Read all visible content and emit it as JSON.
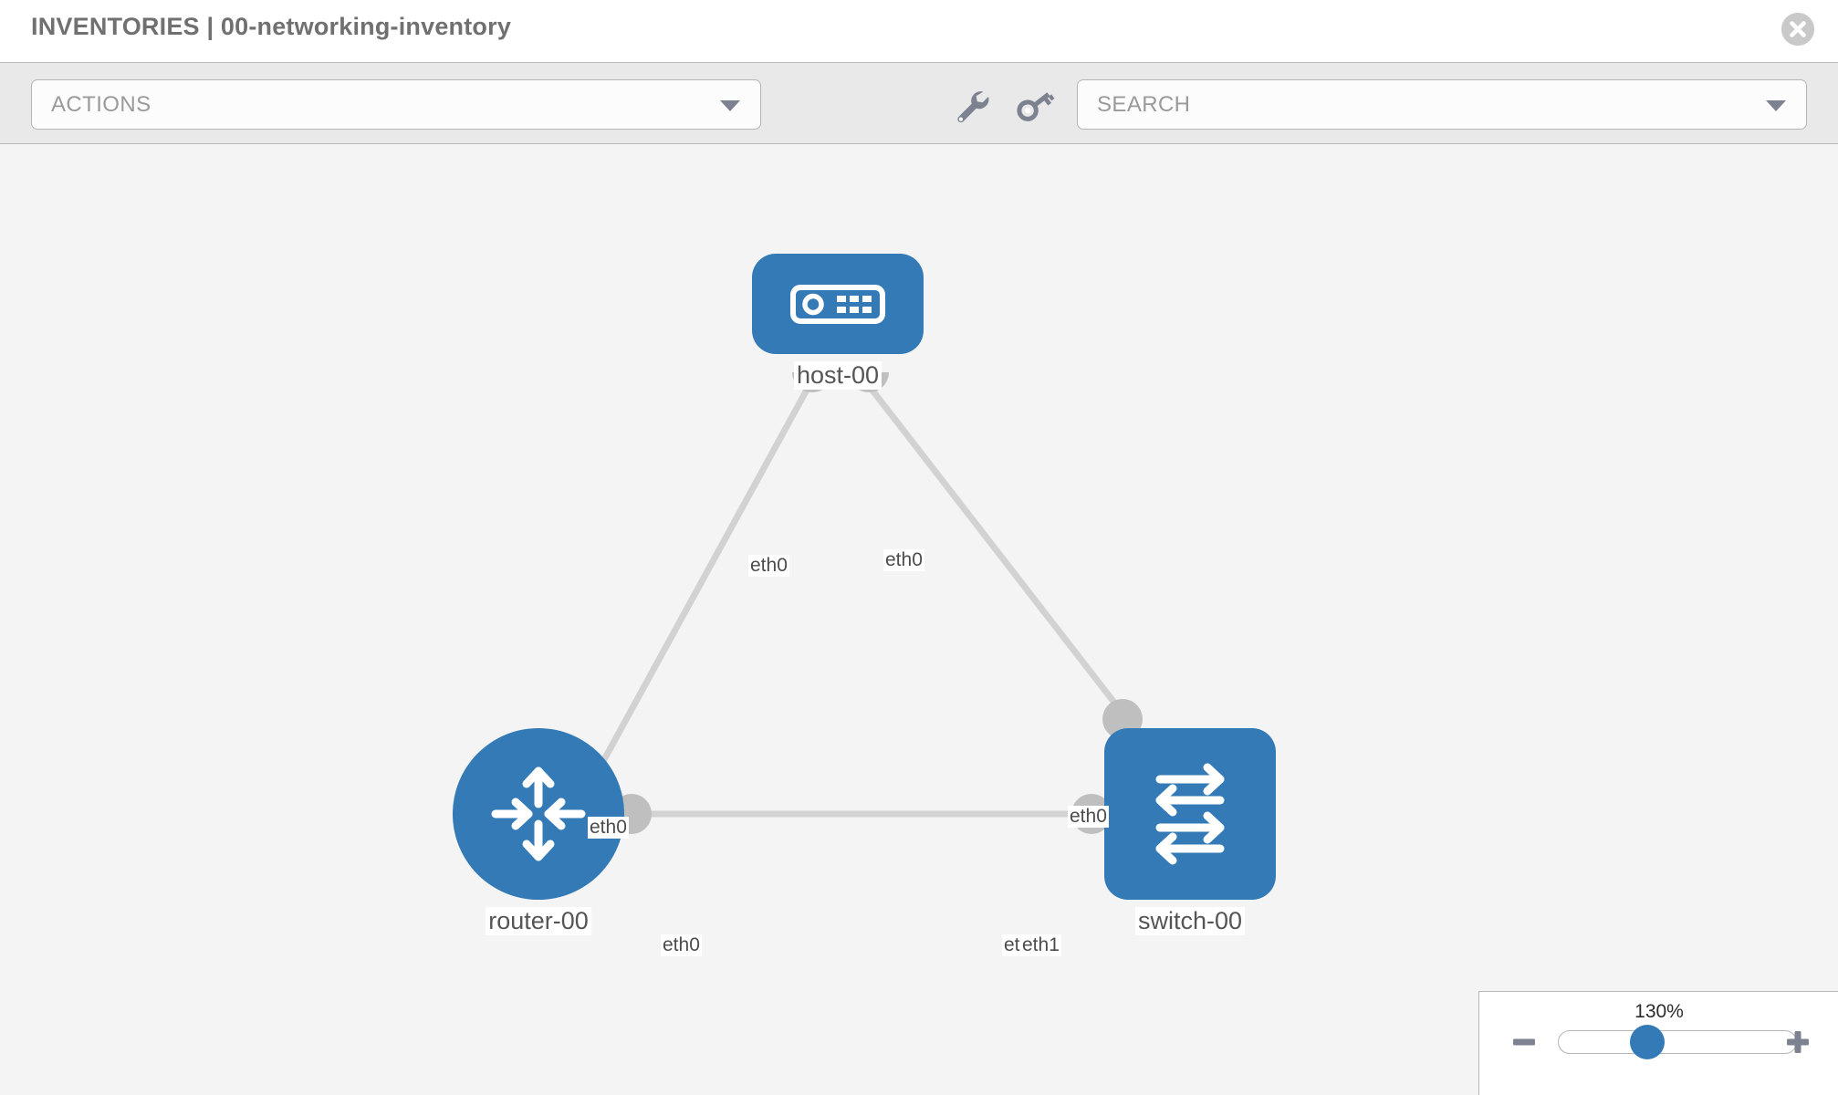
{
  "header": {
    "title": "INVENTORIES | 00-networking-inventory",
    "close_icon": "close-circle-icon"
  },
  "toolbar": {
    "actions_label": "ACTIONS",
    "actions_caret_icon": "chevron-down-icon",
    "wrench_icon": "wrench-icon",
    "key_icon": "key-icon",
    "search_placeholder": "SEARCH",
    "search_value": "",
    "search_caret_icon": "chevron-down-icon"
  },
  "topology": {
    "nodes": [
      {
        "id": "host-00",
        "label": "host-00",
        "icon": "server-device-icon",
        "shape": "rounded-square",
        "color": "#337ab7"
      },
      {
        "id": "router-00",
        "label": "router-00",
        "icon": "router-arrows-icon",
        "shape": "circle",
        "color": "#337ab7"
      },
      {
        "id": "switch-00",
        "label": "switch-00",
        "icon": "switch-arrows-icon",
        "shape": "rounded-square",
        "color": "#337ab7"
      }
    ],
    "links": [
      {
        "from": "host-00",
        "to": "router-00",
        "from_iface": "eth0",
        "to_iface": "eth0"
      },
      {
        "from": "host-00",
        "to": "switch-00",
        "from_iface": "eth0",
        "to_iface": "eth0"
      },
      {
        "from": "router-00",
        "to": "switch-00",
        "from_iface": "eth0",
        "to_iface": "eth1"
      }
    ],
    "interface_labels": {
      "host_left": "eth0",
      "host_right": "eth0",
      "router_upper": "eth0",
      "switch_upper": "eth0",
      "router_right": "eth0",
      "switch_left_hidden": "eth0",
      "switch_left": "eth1"
    }
  },
  "zoom_control": {
    "value_label": "130%",
    "minus_icon": "minus-icon",
    "plus_icon": "plus-icon",
    "thumb_percent": 63
  }
}
